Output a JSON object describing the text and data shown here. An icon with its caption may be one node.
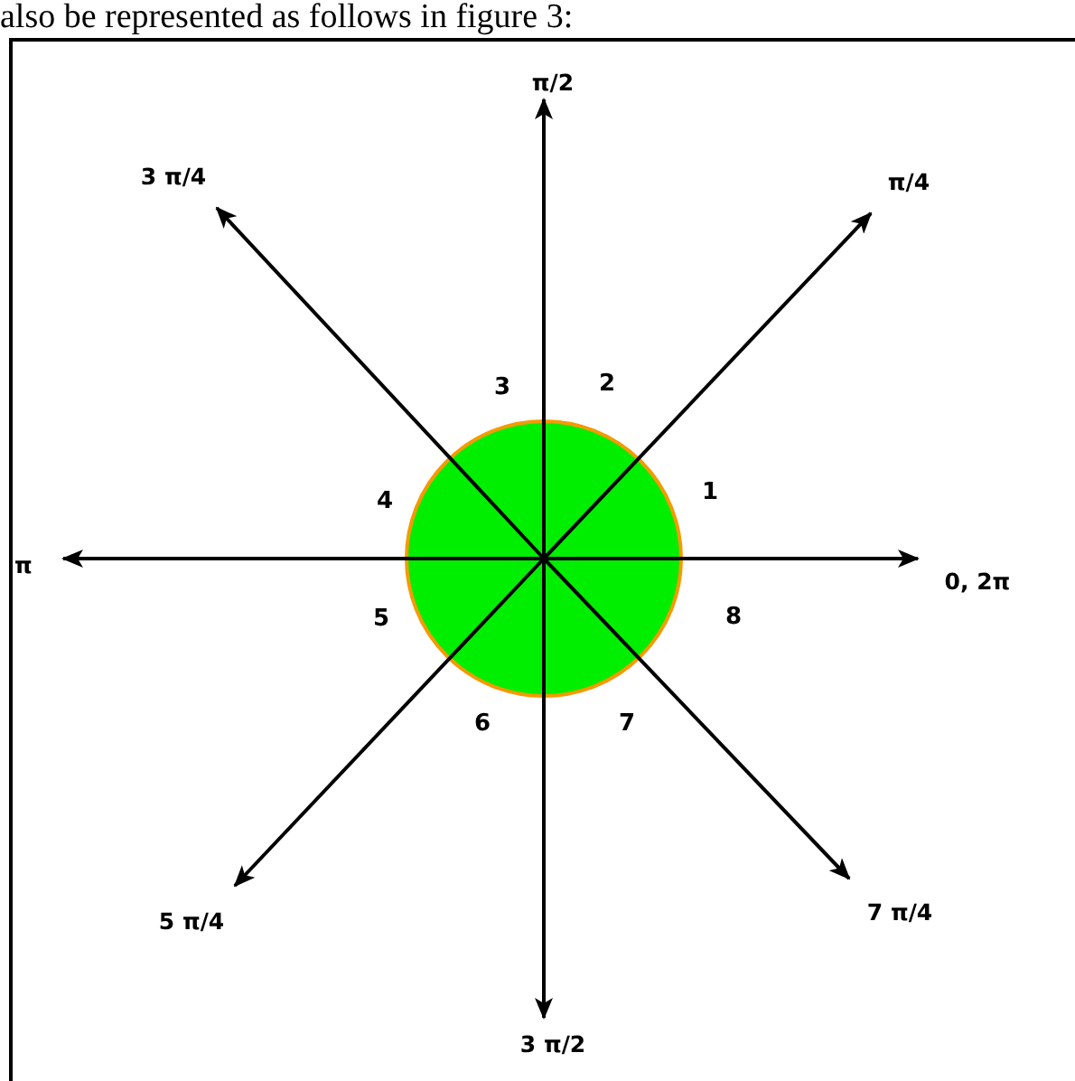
{
  "diagram": {
    "nodes": [
      {
        "text": [],
        "shape": "circle"
      },
      {
        "text": [
          "π/2"
        ]
      },
      {
        "text": [
          "3 π/4"
        ]
      },
      {
        "text": [
          "π/4"
        ]
      },
      {
        "text": [
          "π"
        ]
      },
      {
        "text": [
          "0, 2π"
        ]
      },
      {
        "text": [
          "5 π/4"
        ]
      },
      {
        "text": [
          "7 π/4"
        ]
      },
      {
        "text": [
          "3 π/2"
        ]
      }
    ],
    "edges": [
      {
        "from": 0,
        "to": 1,
        "arrow": "to"
      },
      {
        "from": 0,
        "to": 2,
        "arrow": "to"
      },
      {
        "from": 0,
        "to": 3,
        "arrow": "to"
      },
      {
        "from": 0,
        "to": 4,
        "arrow": "to"
      },
      {
        "from": 0,
        "to": 5,
        "arrow": "to"
      },
      {
        "from": 0,
        "to": 6,
        "arrow": "to"
      },
      {
        "from": 0,
        "to": 7,
        "arrow": "to"
      },
      {
        "from": 0,
        "to": 8,
        "arrow": "to"
      }
    ],
    "labels": [
      "also be represented as follows in figure 3:",
      "3",
      "2",
      "4",
      "1",
      "5",
      "8",
      "6",
      "7"
    ]
  }
}
